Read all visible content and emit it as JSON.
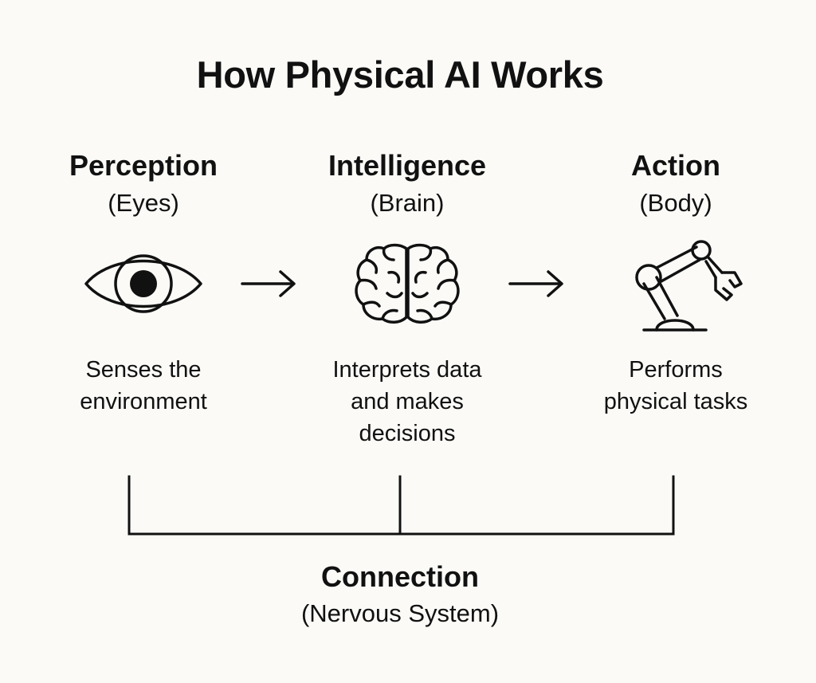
{
  "title": "How Physical AI Works",
  "stages": [
    {
      "name": "Perception",
      "subtitle": "(Eyes)",
      "icon": "eye-icon",
      "description": [
        "Senses the",
        "environment"
      ]
    },
    {
      "name": "Intelligence",
      "subtitle": "(Brain)",
      "icon": "brain-icon",
      "description": [
        "Interprets data",
        "and makes",
        "decisions"
      ]
    },
    {
      "name": "Action",
      "subtitle": "(Body)",
      "icon": "robot-arm-icon",
      "description": [
        "Performs",
        "physical tasks"
      ]
    }
  ],
  "connection": {
    "name": "Connection",
    "subtitle": "(Nervous System)"
  },
  "colors": {
    "background": "#fbfaf7",
    "ink": "#111111"
  }
}
